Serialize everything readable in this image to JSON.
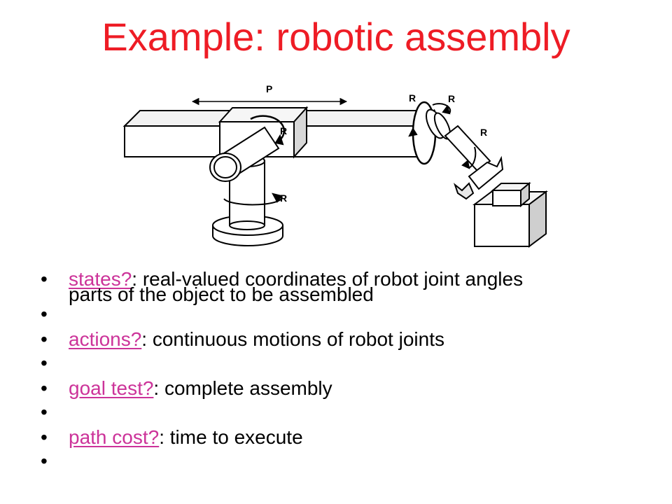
{
  "slide": {
    "title": "Example: robotic assembly"
  },
  "figure": {
    "prismatic_label": "P",
    "rotary_label": "R",
    "icons": [
      "robot-arm-drawing",
      "workpiece-box-icon"
    ]
  },
  "bullets": [
    {
      "term": "states?",
      "text": ": real-valued coordinates of robot joint angles",
      "line2": "parts of the object to be assembled"
    },
    {
      "term": "actions?",
      "text": ": continuous motions of robot joints"
    },
    {
      "term": "goal test?",
      "text": ": complete assembly"
    },
    {
      "term": "path cost?",
      "text": ": time to execute"
    }
  ],
  "colors": {
    "title": "#ee1c25",
    "term_link": "#cc3399",
    "text": "#000000",
    "background": "#ffffff"
  }
}
